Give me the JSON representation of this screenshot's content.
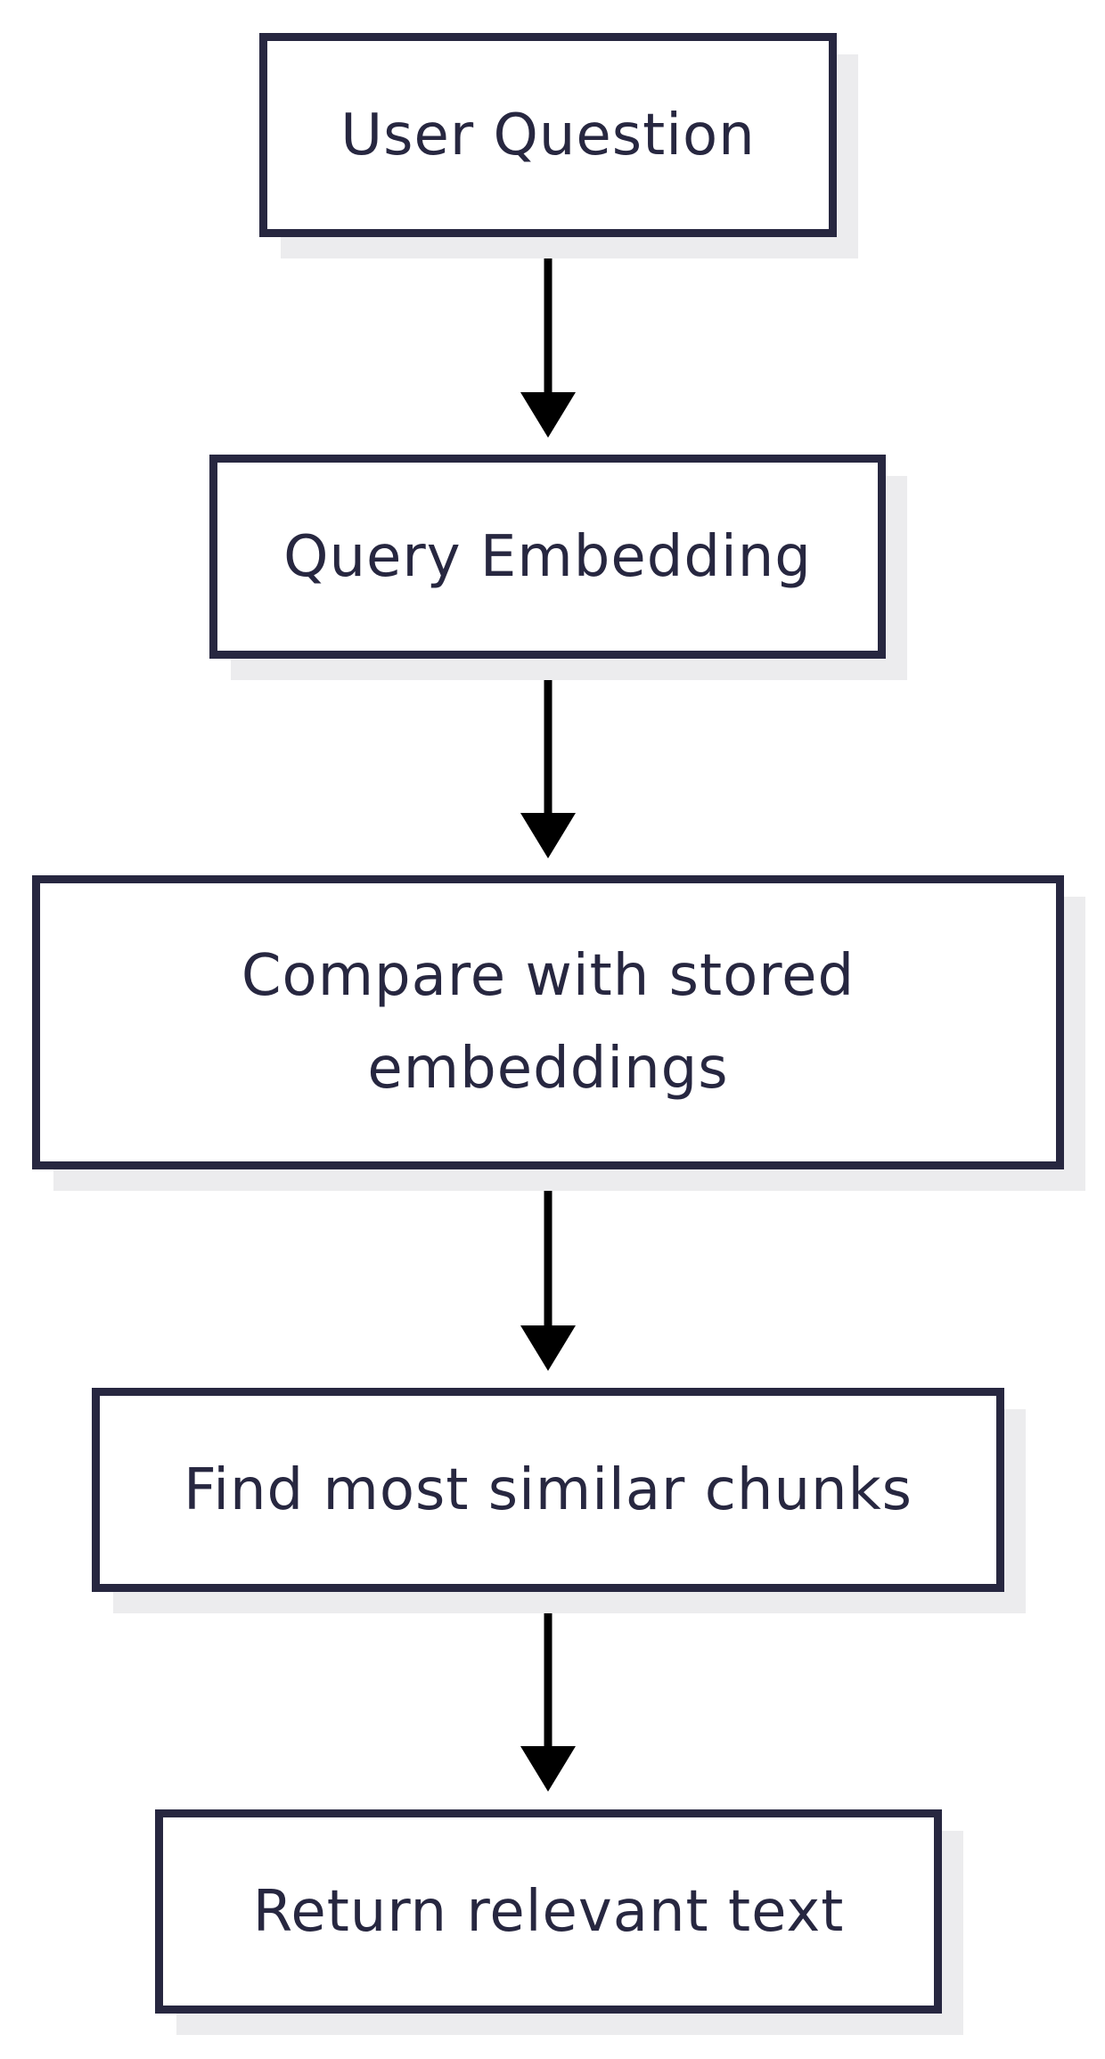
{
  "diagram": {
    "nodes": [
      {
        "id": "user-question",
        "label": "User Question"
      },
      {
        "id": "query-embedding",
        "label": "Query Embedding"
      },
      {
        "id": "compare-embeddings",
        "label": "Compare with stored\nembeddings"
      },
      {
        "id": "find-similar-chunks",
        "label": "Find most similar chunks"
      },
      {
        "id": "return-relevant-text",
        "label": "Return relevant text"
      }
    ],
    "edges": [
      {
        "from": "user-question",
        "to": "query-embedding"
      },
      {
        "from": "query-embedding",
        "to": "compare-embeddings"
      },
      {
        "from": "compare-embeddings",
        "to": "find-similar-chunks"
      },
      {
        "from": "find-similar-chunks",
        "to": "return-relevant-text"
      }
    ],
    "colors": {
      "node_border": "#272740",
      "node_text": "#272740",
      "node_shadow": "#ececee",
      "edge": "#000000",
      "background": "#ffffff"
    }
  }
}
